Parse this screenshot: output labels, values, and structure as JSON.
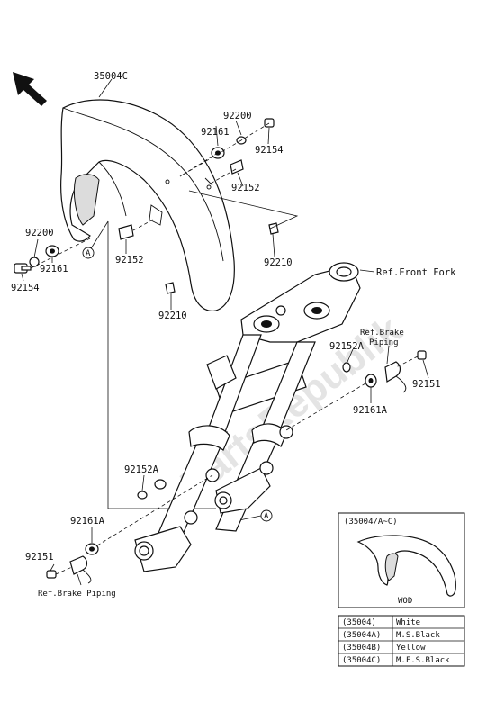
{
  "labels": {
    "fender": "35004C",
    "washer_top": "92200",
    "collar_top": "92161",
    "bolt_top": "92154",
    "collar_sleeve_top": "92152",
    "clip_right": "92210",
    "washer_left": "92200",
    "collar_left": "92161",
    "bolt_left": "92154",
    "sleeve_left": "92152",
    "clip_left": "92210",
    "ref_front_fork": "Ref.Front Fork",
    "ref_brake_piping_right": "Ref.Brake\nPiping",
    "ref_brake_piping_right_l1": "Ref.Brake",
    "ref_brake_piping_right_l2": "Piping",
    "washer_right_a": "92152A",
    "bolt_right": "92151",
    "collar_right_a": "92161A",
    "washer_lower_a": "92152A",
    "collar_lower_a": "92161A",
    "bolt_lower": "92151",
    "ref_brake_piping_left": "Ref.Brake Piping",
    "marker_a": "A"
  },
  "watermark": "PartsRepublik",
  "inset": {
    "title": "(35004/A~C)",
    "caption": "WOD"
  },
  "color_table": [
    {
      "code": "(35004)",
      "color": "White"
    },
    {
      "code": "(35004A)",
      "color": "M.S.Black"
    },
    {
      "code": "(35004B)",
      "color": "Yellow"
    },
    {
      "code": "(35004C)",
      "color": "M.F.S.Black"
    }
  ],
  "icons": {
    "direction": "front-arrow-icon"
  }
}
